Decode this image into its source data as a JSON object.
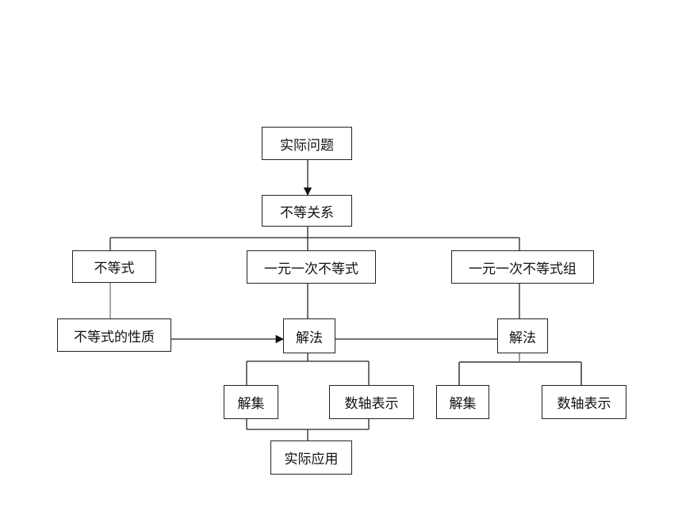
{
  "nodes": {
    "practical_problem": "实际问题",
    "inequality_relation": "不等关系",
    "inequality": "不等式",
    "linear_inequality": "一元一次不等式",
    "linear_inequality_system": "一元一次不等式组",
    "inequality_properties": "不等式的性质",
    "solution_method_1": "解法",
    "solution_method_2": "解法",
    "solution_set_1": "解集",
    "number_line_1": "数轴表示",
    "solution_set_2": "解集",
    "number_line_2": "数轴表示",
    "practical_application": "实际应用"
  }
}
